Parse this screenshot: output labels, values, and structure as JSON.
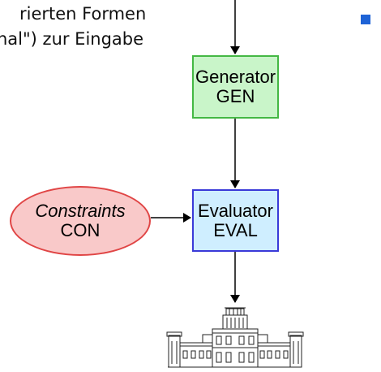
{
  "text": {
    "line1": "rierten Formen",
    "line2": "nal\") zur Eingabe"
  },
  "nodes": {
    "generator": {
      "line1": "Generator",
      "line2": "GEN"
    },
    "evaluator": {
      "line1": "Evaluator",
      "line2": "EVAL"
    },
    "constraints": {
      "line1": "Constraints",
      "line2": "CON"
    }
  },
  "colors": {
    "generator_fill": "#c9f5c9",
    "generator_border": "#44b844",
    "evaluator_fill": "#cfeeff",
    "evaluator_border": "#3a3ad8",
    "constraints_fill": "#f9c9c9",
    "constraints_border": "#e04545",
    "bullet": "#1e63d6"
  },
  "icons": {
    "bullet": "blue-square-bullet",
    "building": "palace-building-sketch"
  }
}
